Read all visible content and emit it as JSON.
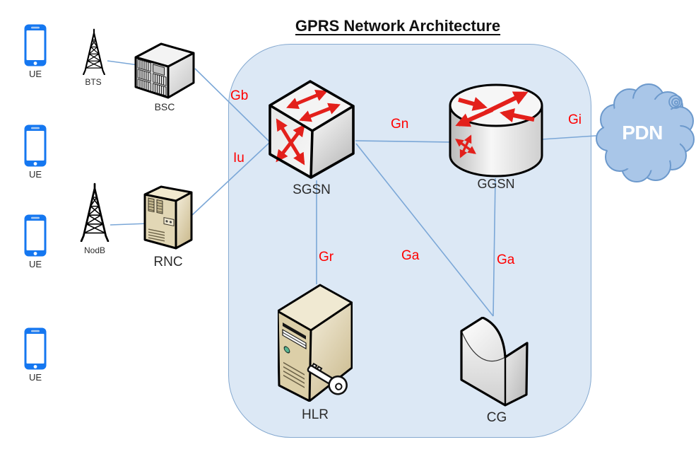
{
  "title": "GPRS Network Architecture",
  "colors": {
    "link": "#7BA7D7",
    "iface": "#FF0000",
    "arrow": "#E3201B",
    "zone_fill": "#DCE8F5",
    "zone_border": "#85A9D0",
    "cloud_fill": "#A9C6E8",
    "cloud_border": "#6C99CC",
    "phone": "#1577F0"
  },
  "nodes": {
    "ue1": {
      "label": "UE"
    },
    "ue2": {
      "label": "UE"
    },
    "ue3": {
      "label": "UE"
    },
    "ue4": {
      "label": "UE"
    },
    "bts": {
      "label": "BTS"
    },
    "nodb": {
      "label": "NodB"
    },
    "bsc": {
      "label": "BSC"
    },
    "rnc": {
      "label": "RNC"
    },
    "sgsn": {
      "label": "SGSN"
    },
    "ggsn": {
      "label": "GGSN"
    },
    "hlr": {
      "label": "HLR"
    },
    "cg": {
      "label": "CG"
    },
    "pdn": {
      "label": "PDN"
    }
  },
  "interfaces": {
    "gb": "Gb",
    "iu": "Iu",
    "gn": "Gn",
    "gi": "Gi",
    "gr": "Gr",
    "ga_sgsn": "Ga",
    "ga_ggsn": "Ga"
  }
}
